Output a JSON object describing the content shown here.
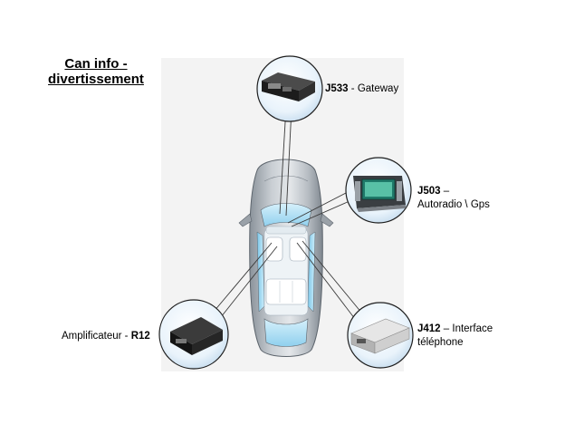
{
  "title": {
    "line1": "Can info -",
    "line2": "divertissement"
  },
  "modules": {
    "gateway": {
      "code": "J533",
      "desc": " - Gateway"
    },
    "radio": {
      "code": "J503",
      "desc_line1": " –",
      "desc_line2": "Autoradio \\ Gps"
    },
    "amplifier": {
      "code": "R12",
      "desc": "Amplificateur - "
    },
    "phone": {
      "code": "J412",
      "desc_line1": " – Interface",
      "desc_line2": "téléphone"
    }
  }
}
